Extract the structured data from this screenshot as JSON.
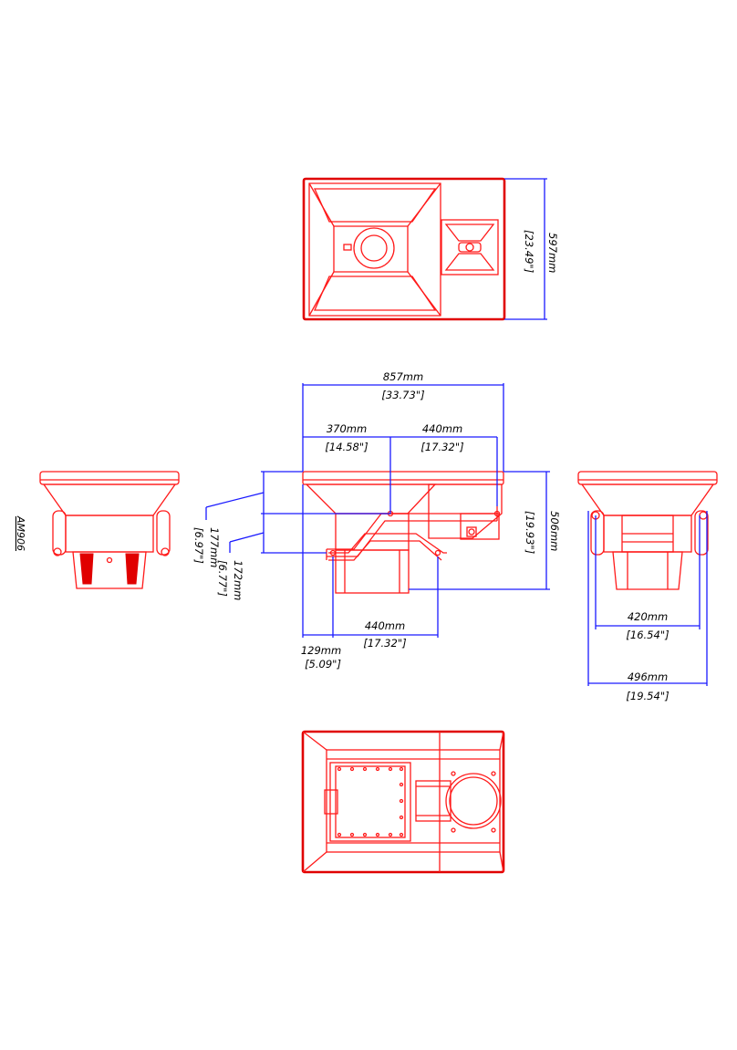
{
  "model": "AM906",
  "colors": {
    "outline": "#e00000",
    "dimension": "#1a1aff"
  },
  "views": [
    "top-view",
    "side-view",
    "left-end-view",
    "right-end-view",
    "bottom-view"
  ],
  "dimensions": {
    "depth_mm": "597mm",
    "depth_in": "[23.49\"]",
    "width_mm": "857mm",
    "width_in": "[33.73\"]",
    "offset_370_mm": "370mm",
    "offset_370_in": "[14.58\"]",
    "span_top_mm": "440mm",
    "span_top_in": "[17.32\"]",
    "height_mm": "506mm",
    "height_in": "[19.93\"]",
    "h177_mm": "177mm",
    "h177_in": "[6.97\"]",
    "h172_mm": "172mm",
    "h172_in": "[6.77\"]",
    "span_bottom_mm": "440mm",
    "span_bottom_in": "[17.32\"]",
    "offset_129_mm": "129mm",
    "offset_129_in": "[5.09\"]",
    "inner_420_mm": "420mm",
    "inner_420_in": "[16.54\"]",
    "outer_496_mm": "496mm",
    "outer_496_in": "[19.54\"]"
  }
}
